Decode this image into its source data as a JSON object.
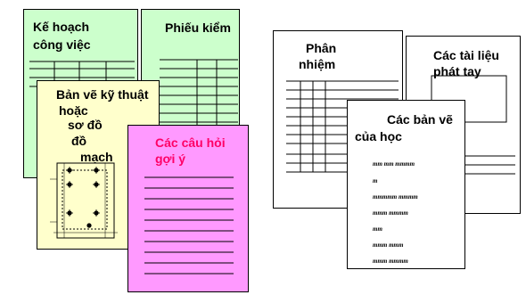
{
  "documents": {
    "ke_hoach": {
      "title_line1": "Kế hoạch",
      "title_line2": "công việc"
    },
    "phieu_kiem": {
      "title": "Phiếu kiểm"
    },
    "phan_nhiem": {
      "title_line1": "Phân",
      "title_line2": "nhiệm"
    },
    "tai_lieu": {
      "title_line1": "Các tài liệu",
      "title_line2": "phát tay"
    },
    "ban_ve": {
      "title_line1": "Bản vẽ kỹ thuật",
      "title_line2": "hoặc",
      "title_line3": "sơ đồ",
      "title_line4": "đồ",
      "title_line5": "mạch"
    },
    "cau_hoi": {
      "title_line1": "Các câu hỏi",
      "title_line2": "gợi ý"
    },
    "ban_ve_hoc": {
      "title_line1": "Các bản vẽ",
      "title_line2": "của học",
      "scribbles": [
        "mm  mm mmmm",
        "m",
        "mmmmm  mmmm",
        "mmm  mmmm",
        "mm",
        "mmm mmm",
        "mmm   mmmm"
      ]
    }
  },
  "colors": {
    "green": "#ccffcc",
    "yellow": "#ffffcc",
    "pink": "#ff99ff",
    "pink_title": "#ff0066",
    "white": "#ffffff"
  }
}
